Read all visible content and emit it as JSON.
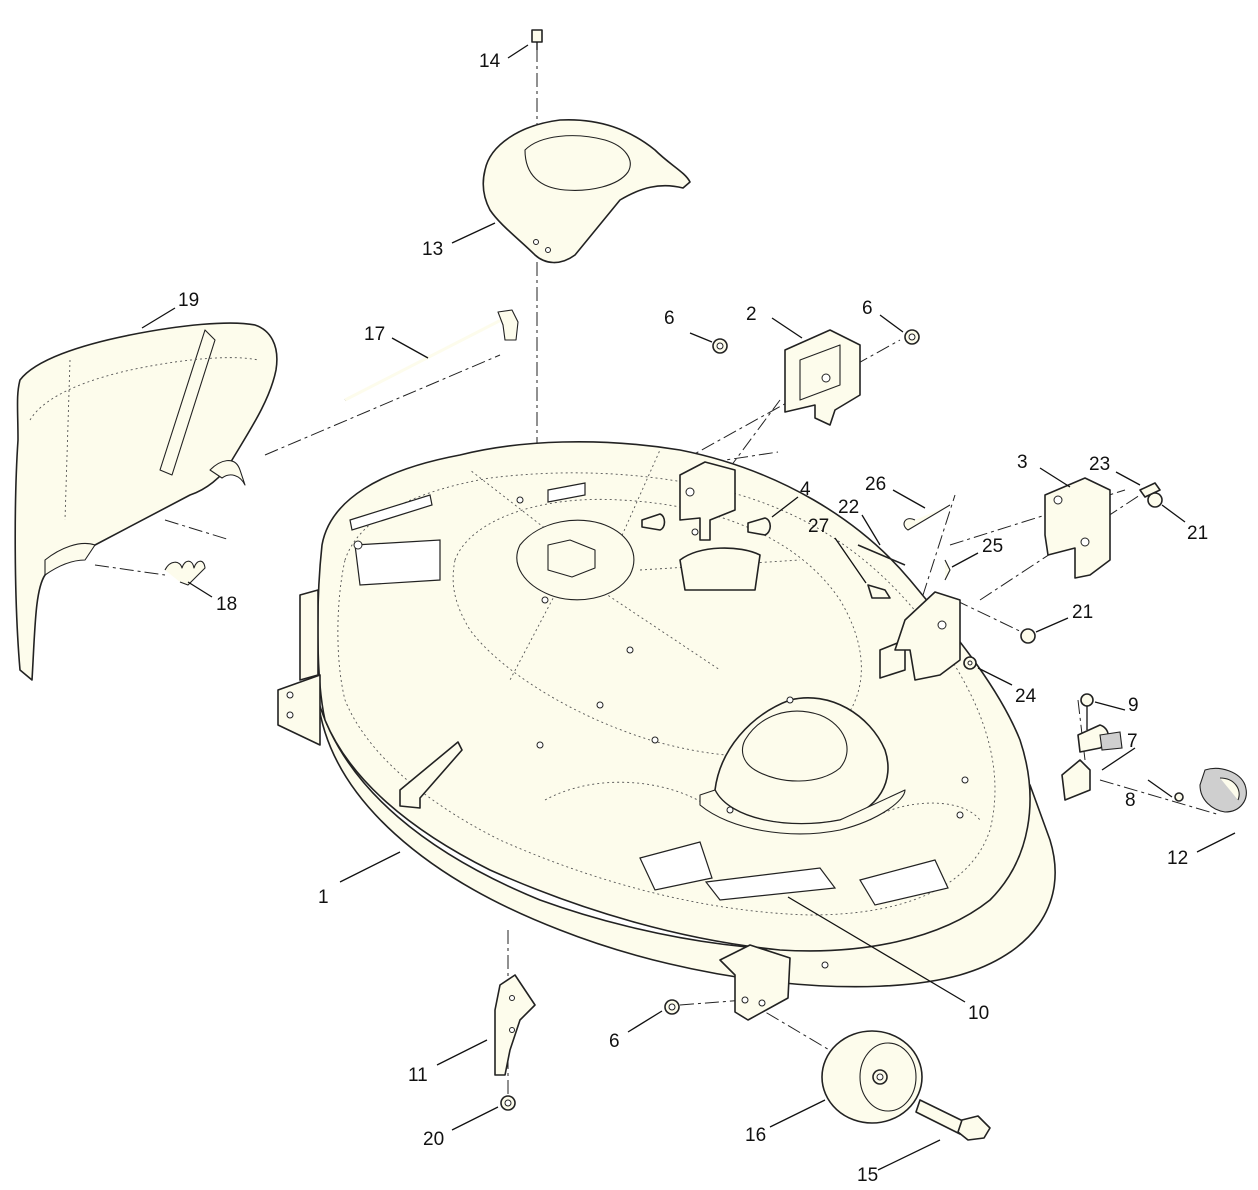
{
  "diagram": {
    "callouts": [
      {
        "id": "c1",
        "label": "1"
      },
      {
        "id": "c2",
        "label": "2"
      },
      {
        "id": "c3",
        "label": "3"
      },
      {
        "id": "c4",
        "label": "4"
      },
      {
        "id": "c6a",
        "label": "6"
      },
      {
        "id": "c6b",
        "label": "6"
      },
      {
        "id": "c6c",
        "label": "6"
      },
      {
        "id": "c7",
        "label": "7"
      },
      {
        "id": "c8",
        "label": "8"
      },
      {
        "id": "c9",
        "label": "9"
      },
      {
        "id": "c10",
        "label": "10"
      },
      {
        "id": "c11",
        "label": "11"
      },
      {
        "id": "c12",
        "label": "12"
      },
      {
        "id": "c13",
        "label": "13"
      },
      {
        "id": "c14",
        "label": "14"
      },
      {
        "id": "c15",
        "label": "15"
      },
      {
        "id": "c16",
        "label": "16"
      },
      {
        "id": "c17",
        "label": "17"
      },
      {
        "id": "c18",
        "label": "18"
      },
      {
        "id": "c19",
        "label": "19"
      },
      {
        "id": "c20",
        "label": "20"
      },
      {
        "id": "c21a",
        "label": "21"
      },
      {
        "id": "c21b",
        "label": "21"
      },
      {
        "id": "c22",
        "label": "22"
      },
      {
        "id": "c23",
        "label": "23"
      },
      {
        "id": "c24",
        "label": "24"
      },
      {
        "id": "c25",
        "label": "25"
      },
      {
        "id": "c26",
        "label": "26"
      },
      {
        "id": "c27",
        "label": "27"
      }
    ]
  }
}
